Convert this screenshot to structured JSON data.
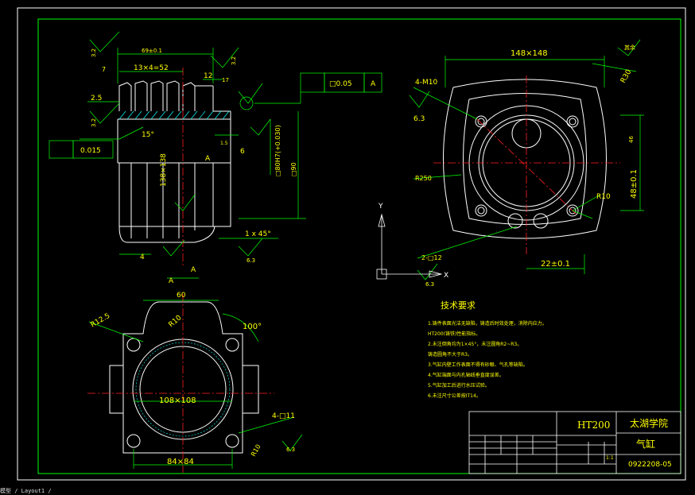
{
  "drawing": {
    "colors": {
      "frame": "#00ff00",
      "geometry": "#ffffff",
      "dimension": "#00ff00",
      "text": "#ffff00",
      "center": "#ff2020",
      "hatch": "#00ffff",
      "part": "#00ffff"
    },
    "dims": {
      "d_69": "69±0.1",
      "d_13x4": "13×4=52",
      "d_7": "7",
      "d_12": "12",
      "d_17": "17",
      "d_25": "2.5",
      "d_15deg": "15°",
      "d_138": "138×138",
      "d_4": "4",
      "d_6": "6",
      "d_15": "1.5",
      "d_1x45": "1 x 45°",
      "d_80h7": "□80H7(+0.030)",
      "d_m6": "□90",
      "d_148": "148×148",
      "d_4m10": "4-M10",
      "d_63a": "6.3",
      "d_r30": "R30",
      "d_46": "46",
      "d_48": "48±0.1",
      "d_22": "22±0.1",
      "d_2_12": "2-□12",
      "d_r250": "R250",
      "d_r10": "R10",
      "d_60": "60",
      "d_r125": "R12.5",
      "d_r10b": "R10",
      "d_100deg": "100°",
      "d_108": "108×108",
      "d_84": "84×84",
      "d_4_11": "4-□11",
      "d_r10c": "R10",
      "d_63b": "6.3",
      "d_63c": "6.3",
      "d_32a": "3.2",
      "d_32b": "3.2",
      "d_32c": "3.2",
      "d_0015": "0.015",
      "d_005": "□0.05",
      "d_A": "A",
      "d_axisY": "Y",
      "d_axisX": "X",
      "d_note": "其余"
    },
    "tech_title": "技术要求",
    "tech_lines": [
      "1.铸件表面光洁无缺陷，铸造后时效处理，消除内应力。",
      "  HT200(铸铁)性能指标。",
      "2.未注倒角均为1×45°，未注圆角R2~R3。",
      "  铸造圆角不大于R3。",
      "3.气缸内壁工作表面不得有砂眼、气孔等缺陷。",
      "4.气缸端面与内孔轴线垂直度误差。",
      "5.气缸加工后进行水压试验。",
      "6.未注尺寸公差按IT14。"
    ],
    "title_block": {
      "material": "HT200",
      "school": "太湖学院",
      "part_name": "气缸",
      "drawing_no": "0922208-05",
      "scale": "1:1"
    },
    "status_text": "模型 / Layout1 /"
  }
}
